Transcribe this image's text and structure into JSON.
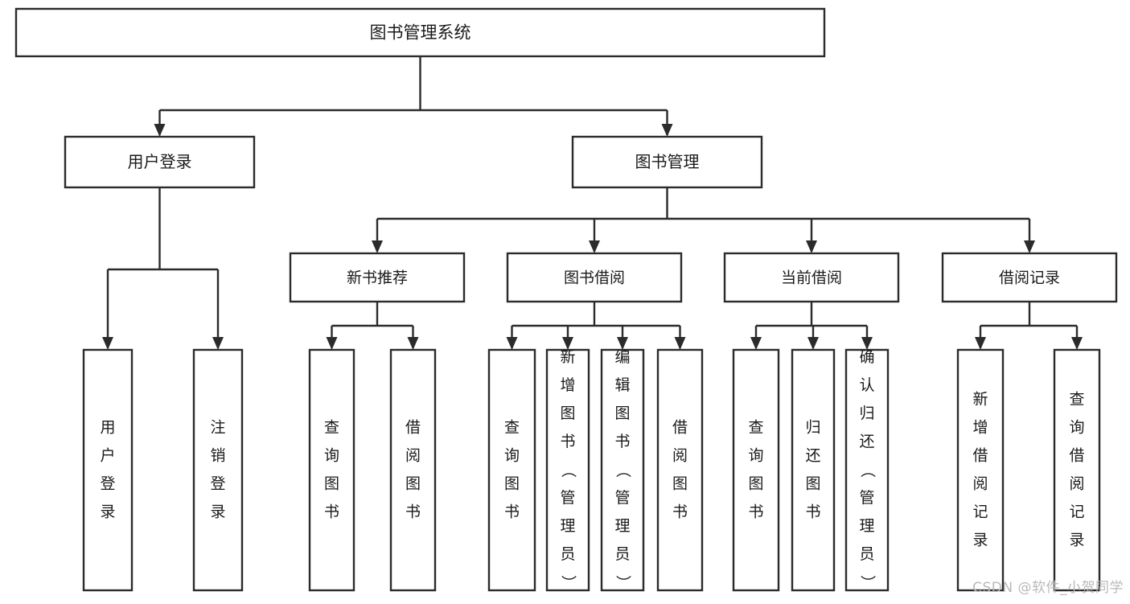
{
  "diagram": {
    "title": "图书管理系统",
    "type": "tree-hierarchy-diagram",
    "colors": {
      "box_stroke": "#2b2b2b",
      "box_fill": "#ffffff",
      "text": "#1a1a1a",
      "background": "#ffffff",
      "watermark": "#b9b9b9"
    },
    "root": {
      "label": "图书管理系统"
    },
    "level2": [
      {
        "label": "用户登录"
      },
      {
        "label": "图书管理"
      }
    ],
    "level3": [
      {
        "label": "新书推荐"
      },
      {
        "label": "图书借阅"
      },
      {
        "label": "当前借阅"
      },
      {
        "label": "借阅记录"
      }
    ],
    "leaves": {
      "user_login": [
        {
          "label": "用户登录"
        },
        {
          "label": "注销登录"
        }
      ],
      "new_book_recommend": [
        {
          "label": "查询图书"
        },
        {
          "label": "借阅图书"
        }
      ],
      "book_borrow": [
        {
          "label": "查询图书"
        },
        {
          "label": "新增图书（管理员）"
        },
        {
          "label": "编辑图书（管理员）"
        },
        {
          "label": "借阅图书"
        }
      ],
      "current_borrow": [
        {
          "label": "查询图书"
        },
        {
          "label": "归还图书"
        },
        {
          "label": "确认归还（管理员）"
        }
      ],
      "borrow_record": [
        {
          "label": "新增借阅记录"
        },
        {
          "label": "查询借阅记录"
        }
      ]
    }
  },
  "watermark": {
    "text": "CSDN @软件_小贺同学"
  }
}
